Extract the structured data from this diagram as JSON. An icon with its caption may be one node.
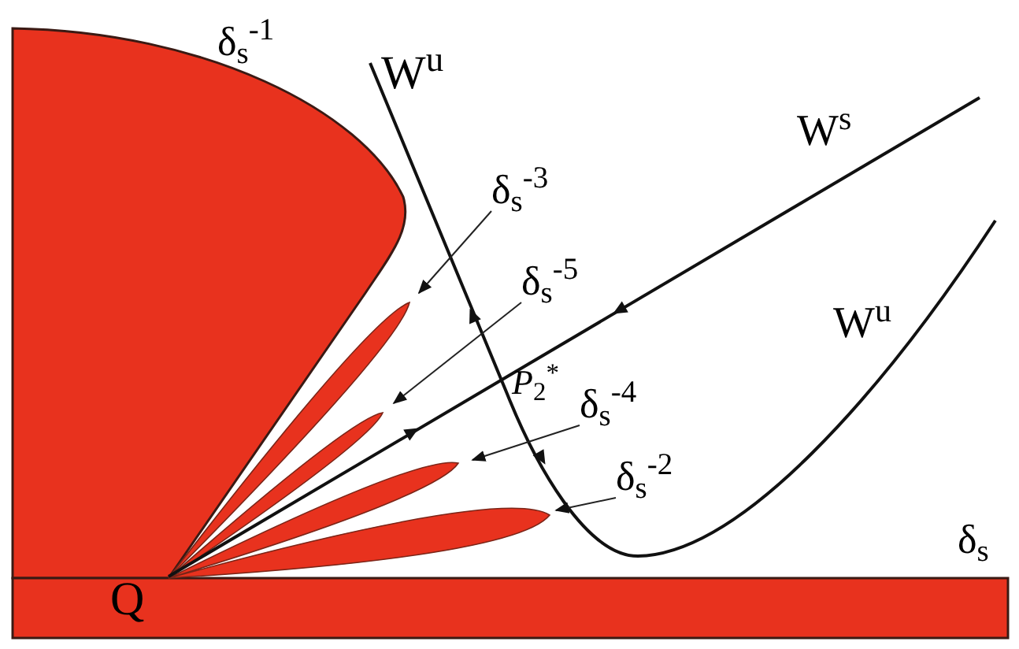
{
  "diagram": {
    "nodes": [
      {
        "text": [
          "δ$_{s}$$^{-3}$"
        ]
      },
      {
        "text": [
          "δ$_{s}$$^{-5}$"
        ]
      },
      {
        "text": [
          "δ$_{s}$$^{-4}$"
        ]
      },
      {
        "text": [
          "δ$_{s}$$^{-2}$"
        ]
      },
      {
        "text": [],
        "shape": "lobe"
      },
      {
        "text": [],
        "shape": "lobe"
      },
      {
        "text": [],
        "shape": "lobe"
      },
      {
        "text": [],
        "shape": "lobe"
      }
    ],
    "edges": [
      {
        "from": 0,
        "to": 4,
        "arrow": "to"
      },
      {
        "from": 1,
        "to": 5,
        "arrow": "to"
      },
      {
        "from": 2,
        "to": 6,
        "arrow": "to"
      },
      {
        "from": 3,
        "to": 7,
        "arrow": "to"
      }
    ],
    "labels": [
      "δ$_{s}$$^{-1}$",
      "W$^{u}$",
      "W$^{s}$",
      "W$^{u}$",
      "*P*$_{2}$$^{*}$",
      "δ$_{s}$",
      "Q"
    ]
  }
}
